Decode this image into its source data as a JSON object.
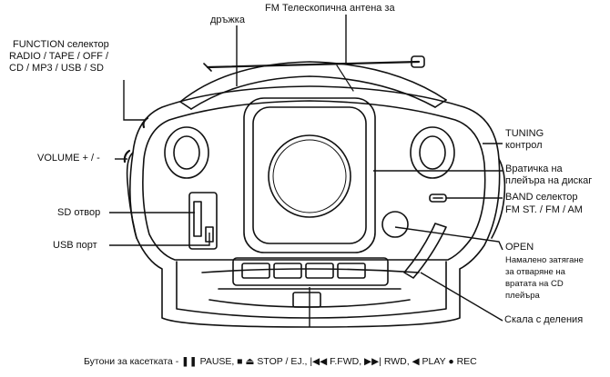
{
  "labels": {
    "antenna": "FM Телескопична антена за",
    "handle": "дръжка",
    "function_selector": [
      "FUNCTION селектор",
      "RADIO / TAPE / OFF /",
      "CD / MP3 / USB / SD"
    ],
    "volume": "VOLUME + / -",
    "sd_slot": "SD отвор",
    "usb_port": "USB порт",
    "tuning": [
      "TUNING",
      "контрол"
    ],
    "cd_door": [
      "Вратичка на",
      "плейъра на дискаг"
    ],
    "band_selector": [
      "BAND селектор",
      "FM ST. / FM / AM"
    ],
    "open": [
      "OPEN",
      "Намалено затягане",
      "за отваряне на",
      "вратата на CD",
      "плейъра"
    ],
    "scale": "Скала с деления",
    "cassette_buttons": "Бутони за касетката - ❚❚ PAUSE, ■ ⏏ STOP / EJ., |◀◀ F.FWD, ▶▶| RWD, ◀ PLAY ● REC"
  }
}
